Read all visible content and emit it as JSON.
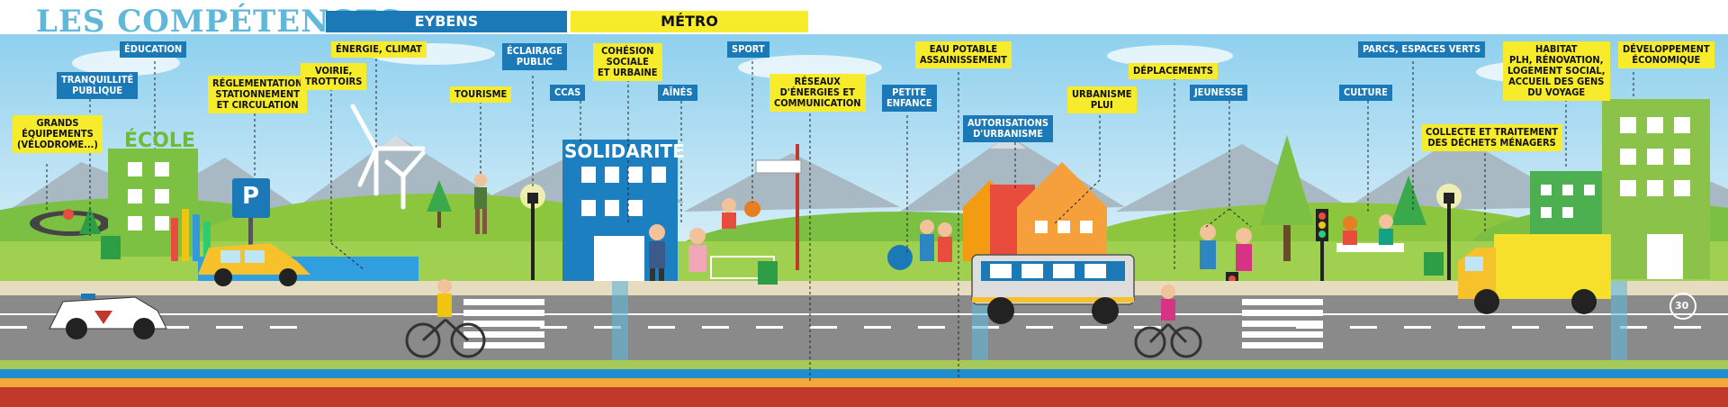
{
  "header": {
    "title": "LES COMPÉTENCES",
    "tab_eybens": "EYBENS",
    "tab_metro": "MÉTRO"
  },
  "colors": {
    "eybens": "#1a79b6",
    "metro": "#f6ec2b",
    "sky": "#b8e0f2",
    "grass": "#8cc63f",
    "road": "#8a8a8a"
  },
  "labels": {
    "grands_equipements": "GRANDS\nÉQUIPEMENTS\n(VÉLODROME...)",
    "tranquillite_publique": "TRANQUILLITÉ\nPUBLIQUE",
    "education": "ÉDUCATION",
    "reglementation": "RÉGLEMENTATION\nSTATIONNEMENT\nET CIRCULATION",
    "voirie": "VOIRIE,\nTROTTOIRS",
    "energie_climat": "ÉNERGIE, CLIMAT",
    "tourisme": "TOURISME",
    "eclairage_public": "ÉCLAIRAGE\nPUBLIC",
    "ccas": "CCAS",
    "cohesion": "COHÉSION\nSOCIALE\nET URBAINE",
    "aines": "AÎNÉS",
    "sport": "SPORT",
    "reseaux": "RÉSEAUX\nD'ÉNERGIES ET\nCOMMUNICATION",
    "petite_enfance": "PETITE\nENFANCE",
    "eau_potable": "EAU POTABLE\nASSAINISSEMENT",
    "autorisations": "AUTORISATIONS\nD'URBANISME",
    "urbanisme": "URBANISME\nPLUi",
    "deplacements": "DÉPLACEMENTS",
    "jeunesse": "JEUNESSE",
    "culture": "CULTURE",
    "parcs": "PARCS, ESPACES VERTS",
    "collecte": "COLLECTE ET TRAITEMENT\nDES DÉCHETS MÉNAGERS",
    "habitat": "HABITAT\nPLH, RÉNOVATION,\nLOGEMENT SOCIAL,\nACCUEIL DES GENS\nDU VOYAGE",
    "developpement": "DÉVELOPPEMENT\nÉCONOMIQUE"
  },
  "signs": {
    "ecole": "ÉCOLE",
    "solidarite": "SOLIDARITÉ",
    "parking": "P",
    "speed": "30"
  }
}
